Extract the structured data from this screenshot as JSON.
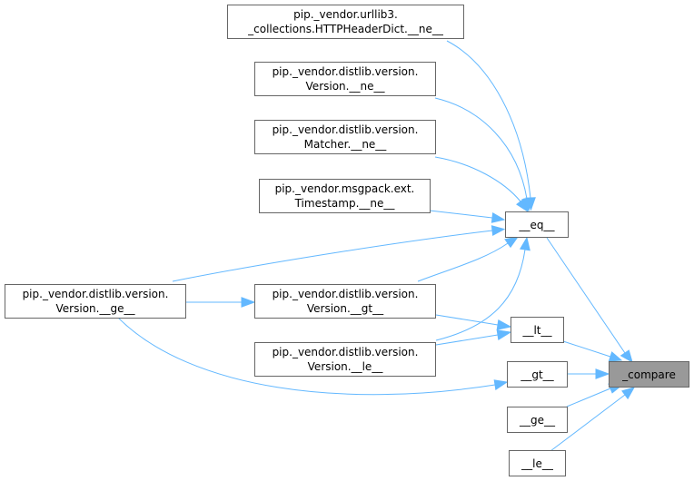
{
  "colors": {
    "edge": "#63b8ff",
    "node_border": "#666666",
    "node_fill": "#ffffff",
    "focus_fill": "#999999"
  },
  "nodes": {
    "httpheaderdict_ne": {
      "line1": "pip._vendor.urllib3.",
      "line2": "_collections.HTTPHeaderDict.__ne__"
    },
    "version_ne": {
      "line1": "pip._vendor.distlib.version.",
      "line2": "Version.__ne__"
    },
    "matcher_ne": {
      "line1": "pip._vendor.distlib.version.",
      "line2": "Matcher.__ne__"
    },
    "timestamp_ne": {
      "line1": "pip._vendor.msgpack.ext.",
      "line2": "Timestamp.__ne__"
    },
    "version_ge": {
      "line1": "pip._vendor.distlib.version.",
      "line2": "Version.__ge__"
    },
    "version_gt": {
      "line1": "pip._vendor.distlib.version.",
      "line2": "Version.__gt__"
    },
    "version_le": {
      "line1": "pip._vendor.distlib.version.",
      "line2": "Version.__le__"
    },
    "eq": {
      "label": "__eq__"
    },
    "lt": {
      "label": "__lt__"
    },
    "gt": {
      "label": "__gt__"
    },
    "ge": {
      "label": "__ge__"
    },
    "le": {
      "label": "__le__"
    },
    "compare": {
      "label": "_compare"
    }
  },
  "edges": [
    {
      "from": "httpheaderdict_ne",
      "to": "eq"
    },
    {
      "from": "version_ne",
      "to": "eq"
    },
    {
      "from": "matcher_ne",
      "to": "eq"
    },
    {
      "from": "timestamp_ne",
      "to": "eq"
    },
    {
      "from": "version_ge",
      "to": "eq"
    },
    {
      "from": "version_gt",
      "to": "eq"
    },
    {
      "from": "version_le",
      "to": "eq"
    },
    {
      "from": "version_ge",
      "to": "version_gt"
    },
    {
      "from": "version_ge",
      "to": "gt"
    },
    {
      "from": "version_gt",
      "to": "lt"
    },
    {
      "from": "version_le",
      "to": "lt"
    },
    {
      "from": "eq",
      "to": "compare"
    },
    {
      "from": "lt",
      "to": "compare"
    },
    {
      "from": "gt",
      "to": "compare"
    },
    {
      "from": "ge",
      "to": "compare"
    },
    {
      "from": "le",
      "to": "compare"
    }
  ]
}
